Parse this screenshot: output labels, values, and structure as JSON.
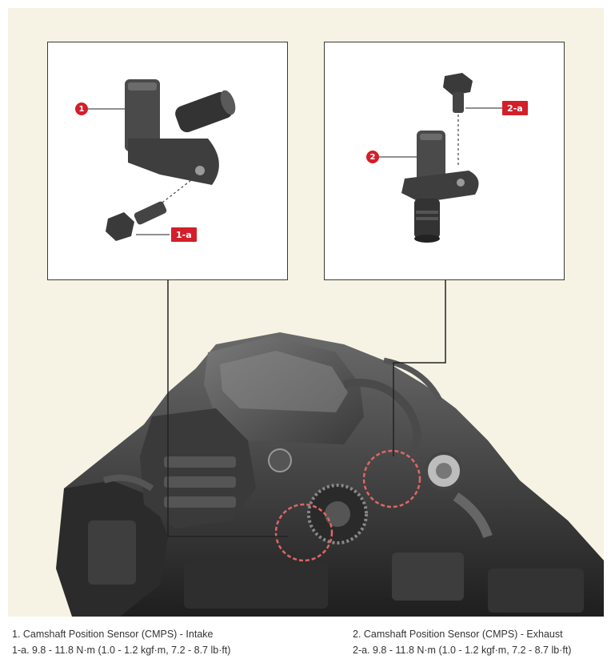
{
  "callouts": {
    "intake_sensor": "1",
    "intake_bolt": "1-a",
    "exhaust_sensor": "2",
    "exhaust_bolt": "2-a"
  },
  "legend": {
    "item1": "1. Camshaft Position Sensor (CMPS) - Intake",
    "item1a": "1-a. 9.8 - 11.8 N·m (1.0 - 1.2 kgf·m, 7.2 - 8.7 lb·ft)",
    "item2": "2. Camshaft Position Sensor (CMPS) - Exhaust",
    "item2a": "2-a. 9.8 - 11.8 N·m (1.0 - 1.2 kgf·m, 7.2 - 8.7 lb·ft)"
  },
  "colors": {
    "background": "#f6f3e4",
    "callout": "#d21f2a",
    "highlight_circle": "#e06666"
  }
}
